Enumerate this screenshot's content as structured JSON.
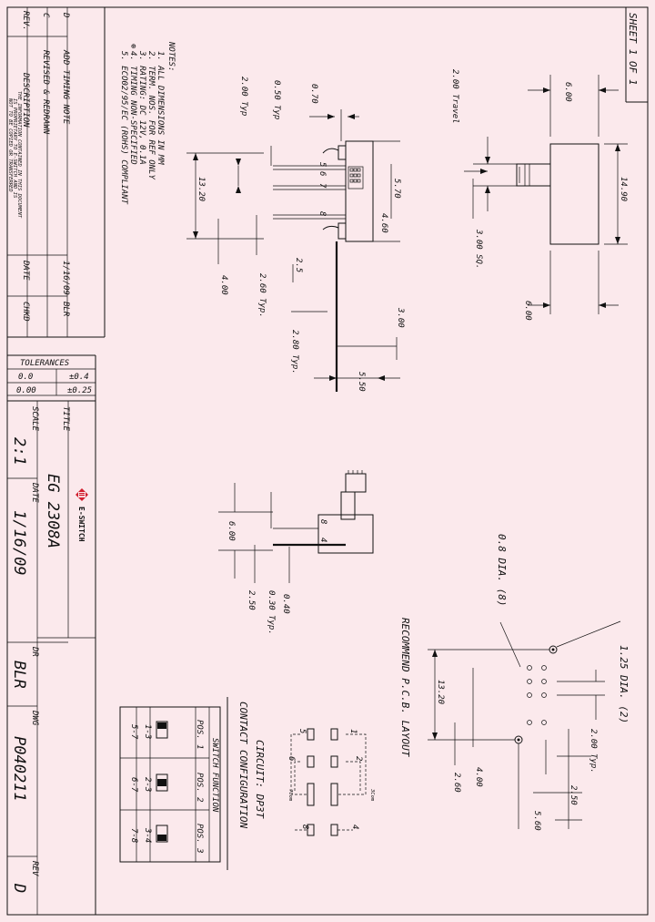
{
  "revisions": [
    {
      "rev": "D",
      "description": "ADD TIMING NOTE",
      "date": "1/16/09",
      "chkd": "BLR"
    },
    {
      "rev": "C",
      "description": "REVISED & REDRAWN",
      "date": "",
      "chkd": ""
    }
  ],
  "revision_headers": {
    "rev": "REV.",
    "description": "DESCRIPTION",
    "date": "DATE",
    "chkd": "CHKD"
  },
  "proprietary": [
    "THE INFORMATION CONTAINED IN THIS DOCUMENT",
    "IS PROPRIETARY TO E-SWITCH AND IS",
    "NOT TO BE COPIED OR TRANSFERRED"
  ],
  "tolerances": {
    "label": "TOLERANCES",
    "rows": [
      {
        "format": "0.0",
        "value": "±0.4"
      },
      {
        "format": "0.00",
        "value": "±0.25"
      }
    ]
  },
  "title_block": {
    "title_label": "TITLE",
    "title": "EG 2308A",
    "scale_label": "SCALE",
    "scale": "2:1",
    "date_label": "DATE",
    "date": "1/16/09",
    "dr_label": "DR",
    "dr": "BLR",
    "dwg_label": "DWG",
    "dwg": "P040211",
    "rev_label": "REV",
    "rev": "D"
  },
  "logo_text": "E-SWITCH",
  "sheet": "SHEET 1 OF 1",
  "notes": {
    "title": "NOTES:",
    "items": [
      "1. ALL DIMENSIONS IN MM",
      "2. TERM. NOS. FOR REF ONLY",
      "3. RATING: DC 12V, 0.1A",
      "4. TIMING NON-SPECIFIED",
      "5. ECO02/95/EC (ROHS) COMPLIANT"
    ],
    "note4_mark": "⊕"
  },
  "dims": {
    "travel": "2.00 Travel",
    "w600_top": "6.00",
    "w1490": "14.90",
    "sq300": "3.00 SQ.",
    "w600_b": "6.00",
    "d070": "0.70",
    "d050": "0.50 Typ",
    "d200": "2.00 Typ",
    "d1320": "13.20",
    "d570": "5.70",
    "d460": "4.60",
    "d400": "4.00",
    "d25": "2.5",
    "d260": "2.60 Typ.",
    "d280": "2.80 Typ.",
    "d300": "3.00",
    "d550": "5.50",
    "s600": "6.00",
    "s250": "2.50",
    "s030": "0.30 Typ.",
    "s040": "0.40",
    "pcb_title": "RECOMMEND P.C.B. LAYOUT",
    "p08": "0.8 DIA. (8)",
    "p125": "1.25 DIA. (2)",
    "p200": "2.00 Typ.",
    "p1320": "13.20",
    "p400": "4.00",
    "p260": "2.60",
    "p250": "2.50",
    "p560": "5.60"
  },
  "term_numbers": {
    "t5": "5",
    "t6": "6",
    "t7": "7",
    "t8": "8",
    "t1": "1",
    "t2": "2",
    "t3": "3",
    "t4": "4"
  },
  "circuit": {
    "title": "CIRCUIT: DP3T",
    "com70": "7Com",
    "com30": "3Com"
  },
  "contact_config": "CONTACT CONFIGURATION",
  "switch_function": {
    "title": "SWITCH FUNCTION",
    "positions": [
      "POS. 1",
      "POS. 2",
      "POS. 3"
    ],
    "rows": [
      [
        "1-3",
        "2-3",
        "3-4"
      ],
      [
        "5-7",
        "6-7",
        "7-8"
      ]
    ]
  }
}
